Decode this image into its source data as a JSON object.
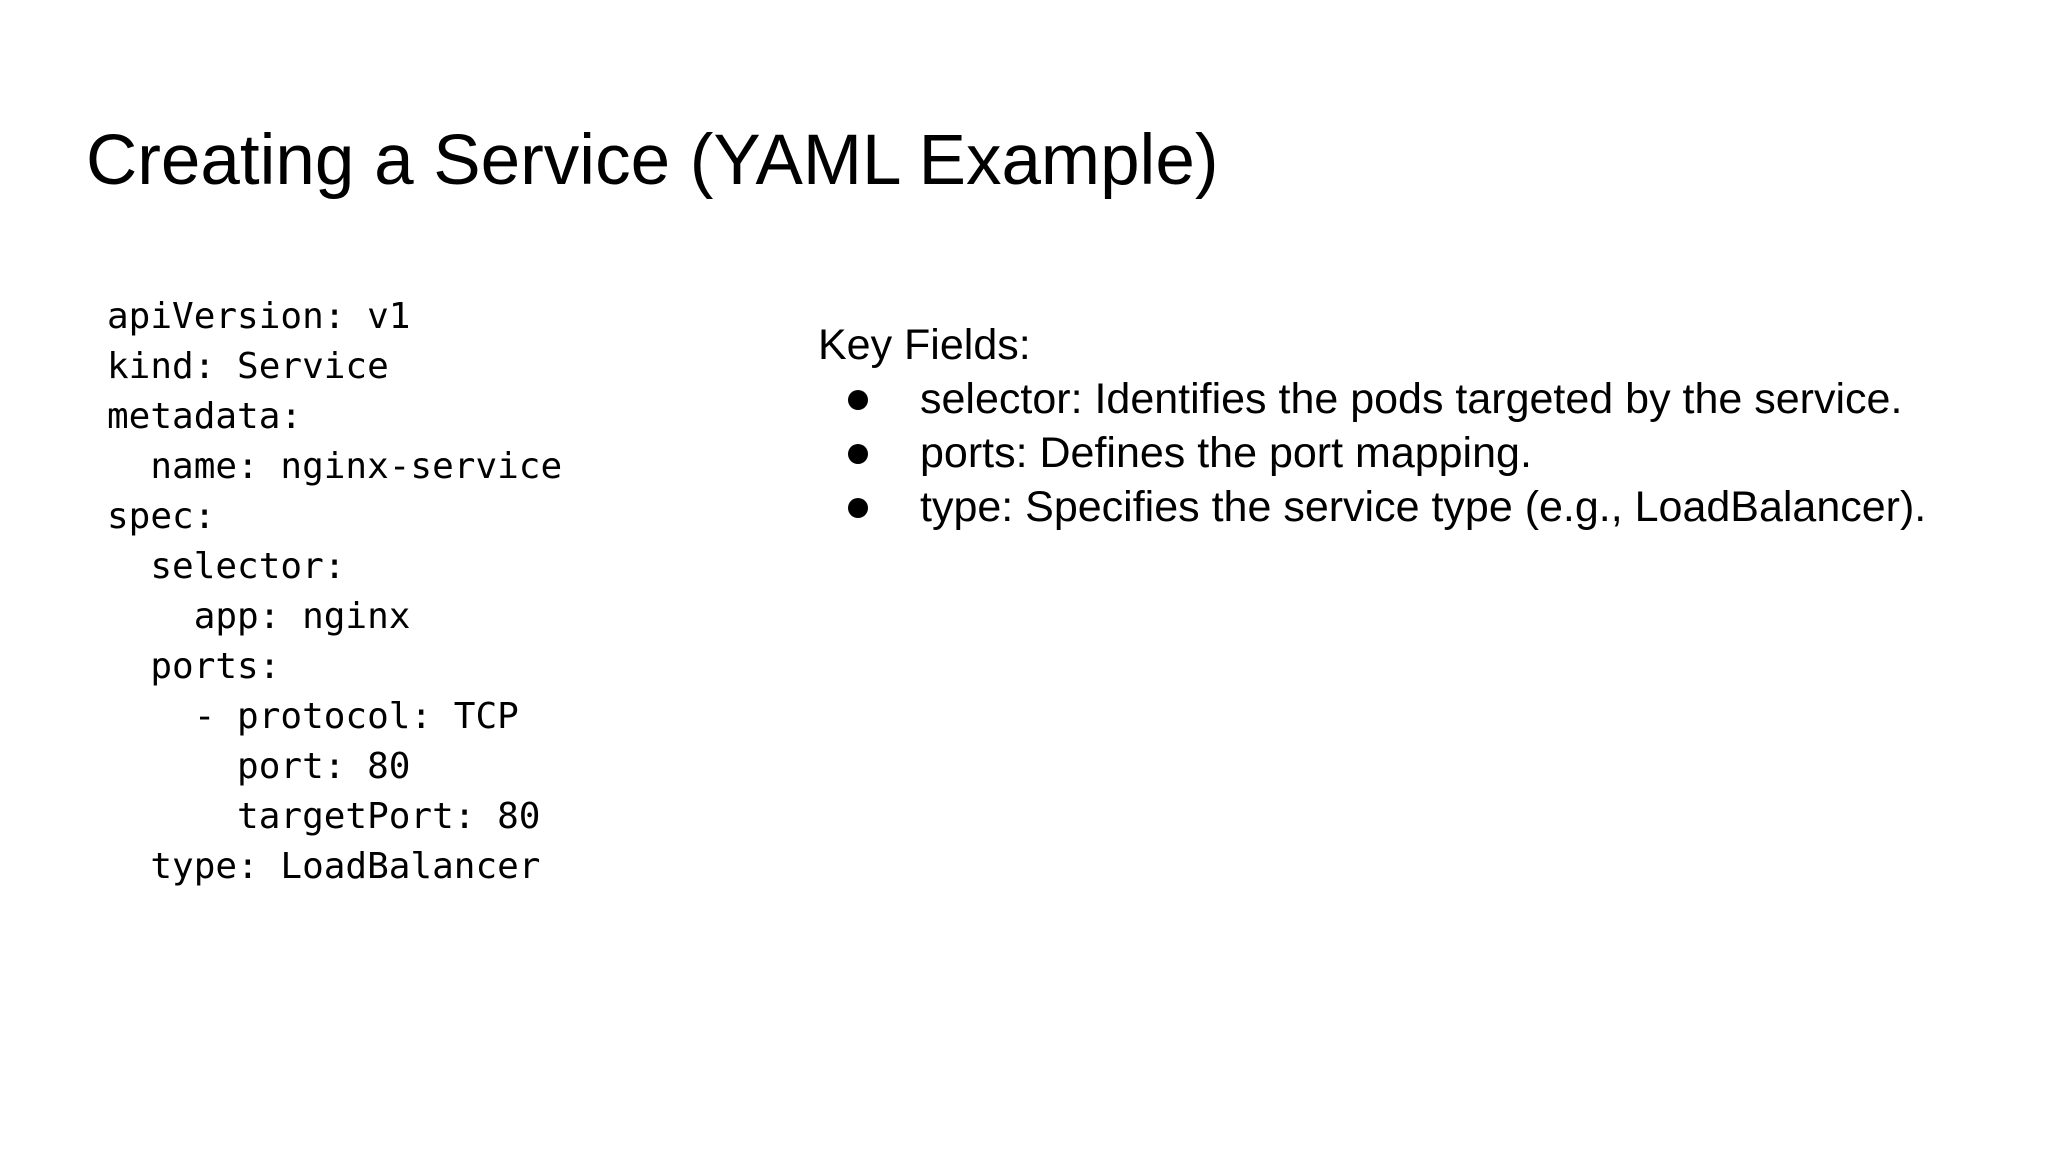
{
  "slide": {
    "title": "Creating a Service (YAML Example)",
    "background_color": "#ffffff",
    "text_color": "#000000"
  },
  "yaml": {
    "code": "apiVersion: v1\nkind: Service\nmetadata:\n  name: nginx-service\nspec:\n  selector:\n    app: nginx\n  ports:\n    - protocol: TCP\n      port: 80\n      targetPort: 80\n  type: LoadBalancer"
  },
  "key_fields": {
    "heading": "Key Fields:",
    "items": [
      "selector: Identifies the pods targeted by the service.",
      "ports: Defines the port mapping.",
      "type: Specifies the service type (e.g., LoadBalancer)."
    ]
  }
}
